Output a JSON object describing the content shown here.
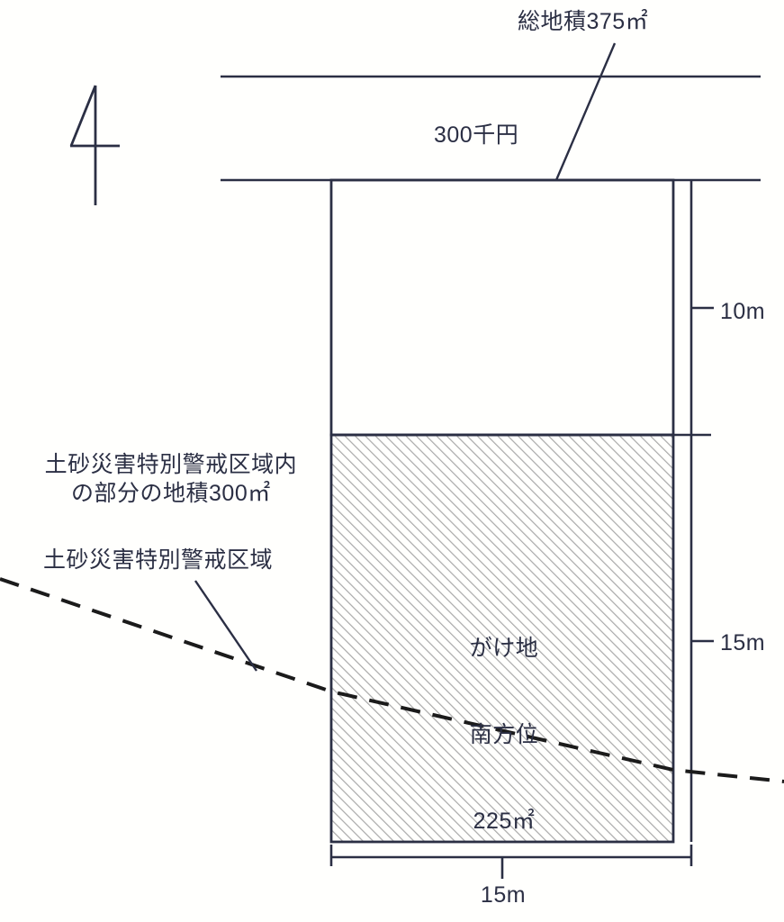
{
  "diagram": {
    "type": "land-plot-survey-diagram",
    "title_text": "総地積375㎡",
    "colors": {
      "ink": "#2b2f44",
      "hatch": "#a9a9a9",
      "background": "#fffffd"
    },
    "annotations": {
      "total_area": "総地積375㎡",
      "price": "300千円",
      "hazard_zone_area": "土砂災害特別警戒区域内\nの部分の地積300㎡",
      "hazard_zone_area_line1": "土砂災害特別警戒区域内",
      "hazard_zone_area_line2": "の部分の地積300㎡",
      "hazard_zone_name": "土砂災害特別警戒区域",
      "cliff_line1": "がけ地",
      "cliff_line2": "南方位",
      "cliff_line3": "225㎡"
    },
    "dimensions": {
      "upper_depth": "10m",
      "lower_depth": "15m",
      "frontage": "15m"
    },
    "compass": {
      "label": "north-arrow"
    }
  }
}
